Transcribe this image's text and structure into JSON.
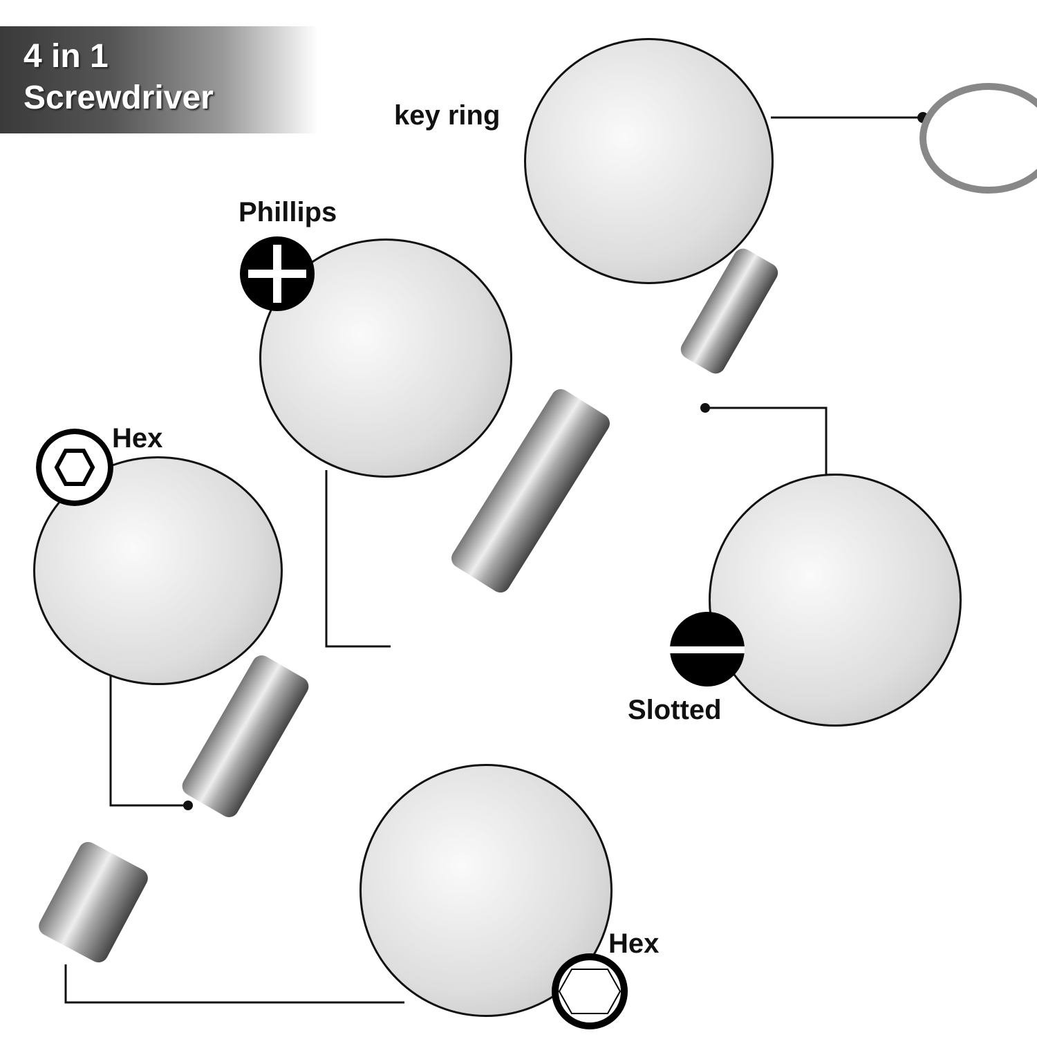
{
  "title": {
    "line1": "4 in 1",
    "line2": "Screwdriver"
  },
  "callouts": [
    {
      "label": "key ring",
      "icon": "key-ring"
    },
    {
      "label": "Phillips",
      "icon": "phillips-icon"
    },
    {
      "label": "Hex",
      "icon": "hex-icon"
    },
    {
      "label": "Slotted",
      "icon": "slotted-icon"
    },
    {
      "label": "Hex",
      "icon": "hex-icon"
    }
  ],
  "colors": {
    "text": "#111111",
    "banner_dark": "#3a3a3a",
    "metal": "#c0c0c0"
  }
}
